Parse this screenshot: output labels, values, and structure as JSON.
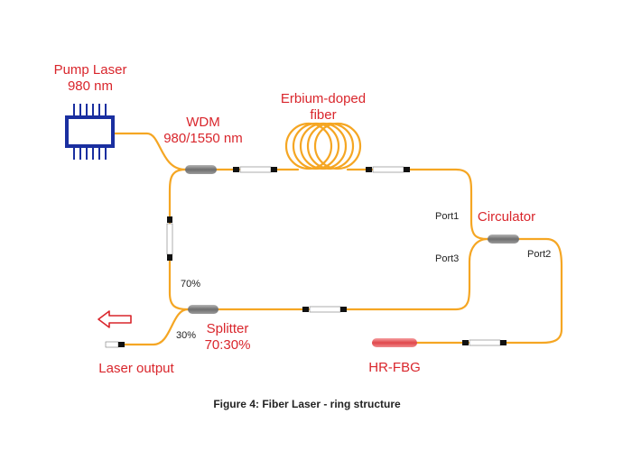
{
  "labels": {
    "pump_line1": "Pump Laser",
    "pump_line2": "980 nm",
    "wdm_line1": "WDM",
    "wdm_line2": "980/1550 nm",
    "edf_line1": "Erbium-doped",
    "edf_line2": "fiber",
    "circulator": "Circulator",
    "port1": "Port1",
    "port2": "Port2",
    "port3": "Port3",
    "pct70": "70%",
    "pct30": "30%",
    "splitter_line1": "Splitter",
    "splitter_line2": "70:30%",
    "laser_output": "Laser output",
    "hr_fbg": "HR-FBG",
    "caption": "Figure 4: Fiber Laser - ring structure"
  },
  "colors": {
    "fiber": "#f5a623",
    "label_red": "#d9262c",
    "pump_blue": "#1a2fa0",
    "coupler_gray": "#7a7a7a",
    "fbg_red": "#e0464a"
  },
  "icons": {
    "pump": "pump-laser-chip-icon",
    "edf": "fiber-coil-icon",
    "connector": "fiber-connector-icon",
    "output_arrow": "output-arrow-icon"
  }
}
